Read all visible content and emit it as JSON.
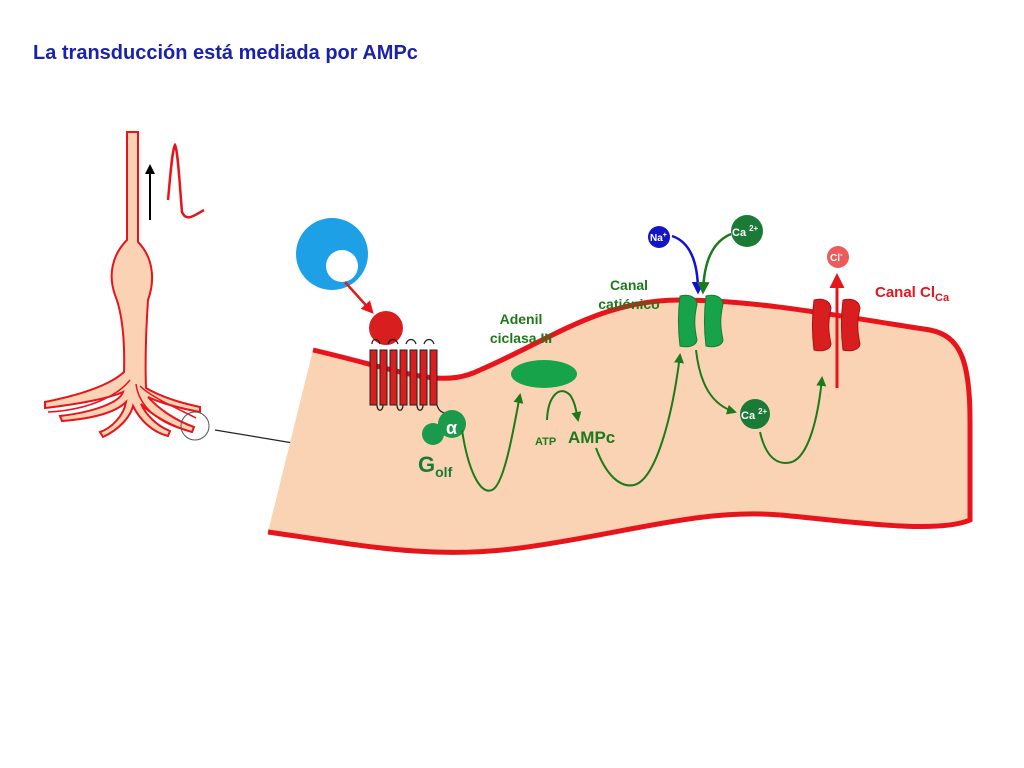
{
  "title": "La transducción está mediada por AMPc",
  "labels": {
    "adenylyl_line1": "Adenil",
    "adenylyl_line2": "ciclasa III",
    "cation_line1": "Canal",
    "cation_line2": "catiónico",
    "clca_main": "Canal Cl",
    "clca_sub": "Ca",
    "alpha": "α",
    "golf_main": "G",
    "golf_sub": "olf",
    "atp": "ATP",
    "ampc": "AMPc",
    "na": "Na",
    "na_sup": "+",
    "ca_top": "Ca",
    "ca_top_sup": "2+",
    "ca_inner": "Ca",
    "ca_inner_sup": "2+",
    "cl": "Cl",
    "cl_sup": "-"
  },
  "colors": {
    "title": "#1a22a8",
    "membrane": "#e8141c",
    "cell_fill": "#f9d3b3",
    "green": "#1b7a1b",
    "green_dark": "#1a7a36",
    "green_fill": "#16a34a",
    "odorant": "#1ea0e6",
    "receptor": "#d81e1e",
    "na_ion": "#1515c8",
    "na_arrow": "#1010d8",
    "cl_ion": "#ec5a5a",
    "neuron_stroke": "#e8141c",
    "neuron_fill": "#fbd2b4"
  }
}
